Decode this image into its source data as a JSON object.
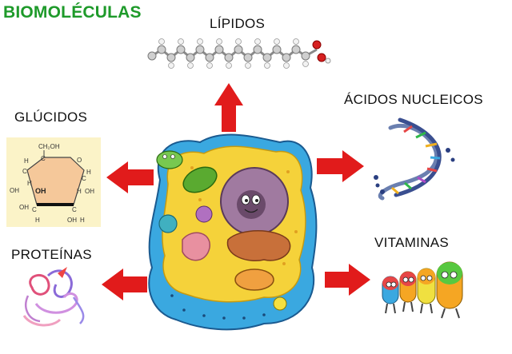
{
  "title": "BIOMOLÉCULAS",
  "labels": {
    "lipidos": "LÍPIDOS",
    "glucidos": "GLÚCIDOS",
    "acidos": "ÁCIDOS NUCLEICOS",
    "proteinas": "PROTEÍNAS",
    "vitaminas": "VITAMINAS"
  },
  "glucose_structure": {
    "ch2oh": "CH₂OH",
    "c5": "C",
    "o": "O",
    "h_top_left": "H",
    "h_top_right": "H",
    "c4": "C",
    "c1": "C",
    "oh_left": "OH",
    "h_mid_left": "H",
    "oh_inner_left": "OH",
    "h_inner": "H",
    "oh_right": "OH",
    "c3": "C",
    "c2": "C",
    "h_bottom_left": "H",
    "oh_bottom": "OH",
    "oh_c3": "OH",
    "h_c2": "H"
  },
  "colors": {
    "title": "#1e9a2a",
    "arrow": "#e11b1b",
    "cytoplasm": "#f5d23a",
    "membrane": "#3aa8e0",
    "nucleus": "#7a5a7a"
  }
}
